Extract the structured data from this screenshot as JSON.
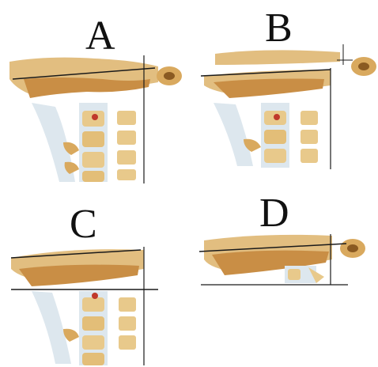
{
  "panels": [
    {
      "id": "A",
      "label": "A"
    },
    {
      "id": "B",
      "label": "B"
    },
    {
      "id": "C",
      "label": "C"
    },
    {
      "id": "D",
      "label": "D"
    }
  ],
  "colors": {
    "bone_light": "#E8C98B",
    "bone_mid": "#D9A95E",
    "bone_dark": "#B07A35",
    "soft_tissue": "#DDE7EE",
    "cord_red": "#C0392B",
    "line": "#1a1a1a"
  }
}
